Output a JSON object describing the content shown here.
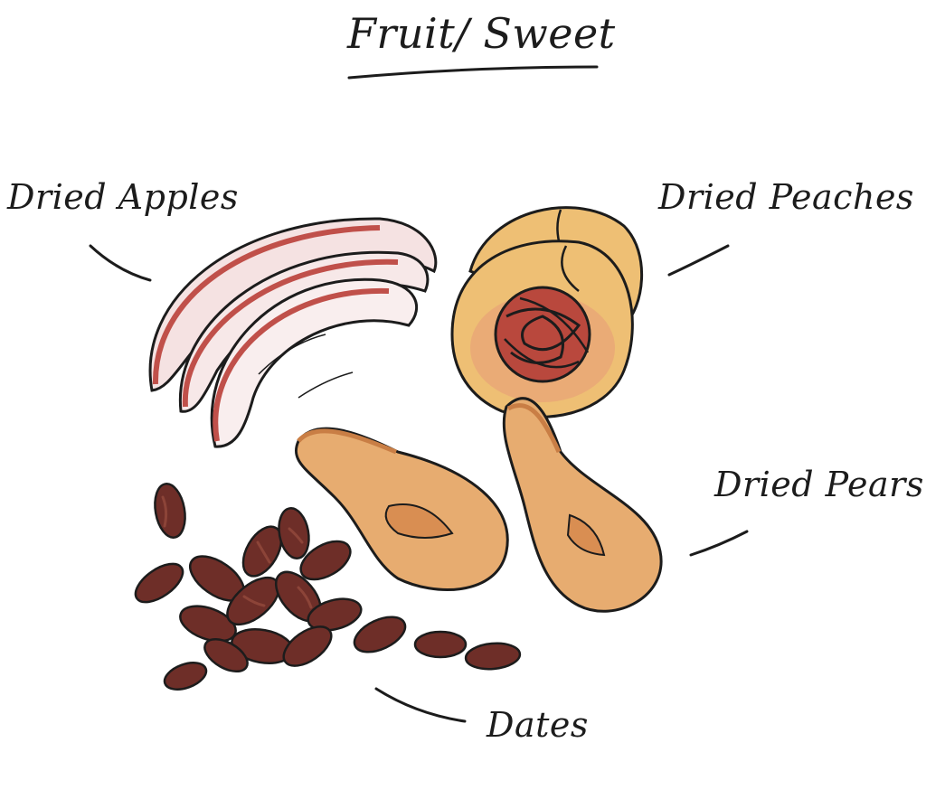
{
  "title": "Fruit/ Sweet",
  "labels": {
    "apples": "Dried Apples",
    "peaches": "Dried Peaches",
    "pears": "Dried Pears",
    "dates": "Dates"
  },
  "colors": {
    "ink": "#1c1c1c",
    "apple_skin": "#c0504a",
    "apple_flesh": "#f6e6e6",
    "peach_flesh": "#eebf74",
    "peach_blush": "#e79a78",
    "peach_pit": "#b9483d",
    "pear_flesh": "#e7ac70",
    "pear_edge": "#c97e45",
    "date": "#6e2e28",
    "date_highlight": "#8c4438"
  }
}
